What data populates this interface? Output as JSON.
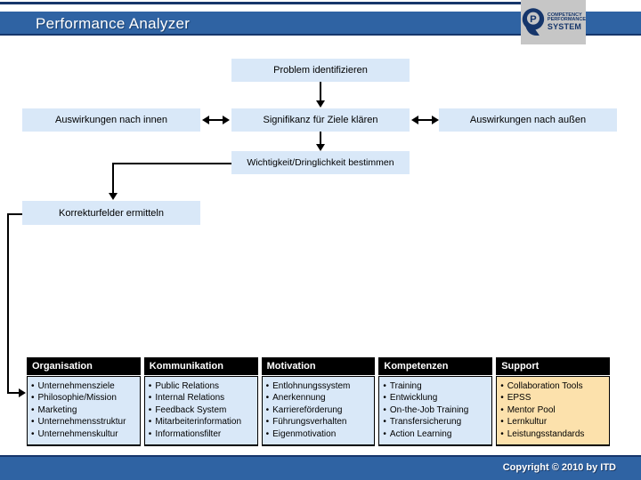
{
  "header": {
    "title": "Performance Analyzer",
    "logo": {
      "letter": "P",
      "line1": "COMPETENCY",
      "line2": "PERFORMANCE",
      "line3": "SYSTEM"
    }
  },
  "flow": {
    "problem": "Problem identifizieren",
    "inner": "Auswirkungen nach innen",
    "significance": "Signifikanz für Ziele klären",
    "outer": "Auswirkungen nach außen",
    "importance": "Wichtigkeit/Dringlichkeit bestimmen",
    "correction": "Korrekturfelder ermitteln"
  },
  "table": {
    "columns": [
      {
        "header": "Organisation",
        "accent": false,
        "items": [
          "Unternehmensziele",
          "Philosophie/Mission",
          "Marketing",
          "Unternehmensstruktur",
          "Unternehmenskultur"
        ]
      },
      {
        "header": "Kommunikation",
        "accent": false,
        "items": [
          "Public Relations",
          "Internal Relations",
          "Feedback System",
          "Mitarbeiterinformation",
          "Informationsfilter"
        ]
      },
      {
        "header": "Motivation",
        "accent": false,
        "items": [
          "Entlohnungssystem",
          "Anerkennung",
          "Karriereförderung",
          "Führungsverhalten",
          "Eigenmotivation"
        ]
      },
      {
        "header": "Kompetenzen",
        "accent": false,
        "items": [
          "Training",
          "Entwicklung",
          "On-the-Job Training",
          "Transfersicherung",
          "Action Learning"
        ]
      },
      {
        "header": "Support",
        "accent": true,
        "items": [
          "Collaboration Tools",
          "EPSS",
          "Mentor Pool",
          "Lernkultur",
          "Leistungsstandards"
        ]
      }
    ]
  },
  "footer": {
    "copyright": "Copyright © 2010 by ITD"
  },
  "colors": {
    "bar_blue": "#2f63a3",
    "navy": "#16366b",
    "box_blue": "#d9e8f8",
    "support_orange": "#fce1ac",
    "table_header_bg": "#000000",
    "logo_gray": "#c6c6c6"
  }
}
